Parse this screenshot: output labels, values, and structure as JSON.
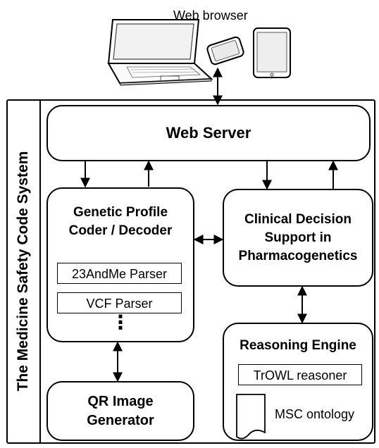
{
  "devices": {
    "label": "Web browser",
    "icons": [
      "laptop-icon",
      "smartphone-icon",
      "tablet-icon"
    ]
  },
  "system": {
    "title": "The Medicine Safety Code System"
  },
  "web_server": {
    "label": "Web Server"
  },
  "genetic_profile": {
    "title_line1": "Genetic Profile",
    "title_line2": "Coder / Decoder",
    "parsers": [
      "23AndMe Parser",
      "VCF Parser"
    ],
    "more": "⋮"
  },
  "clinical": {
    "line1": "Clinical Decision",
    "line2": "Support in",
    "line3": "Pharmacogenetics"
  },
  "qr": {
    "line1": "QR Image",
    "line2": "Generator"
  },
  "reasoning": {
    "title": "Reasoning Engine",
    "reasoner": "TrOWL reasoner",
    "ontology": "MSC ontology"
  }
}
